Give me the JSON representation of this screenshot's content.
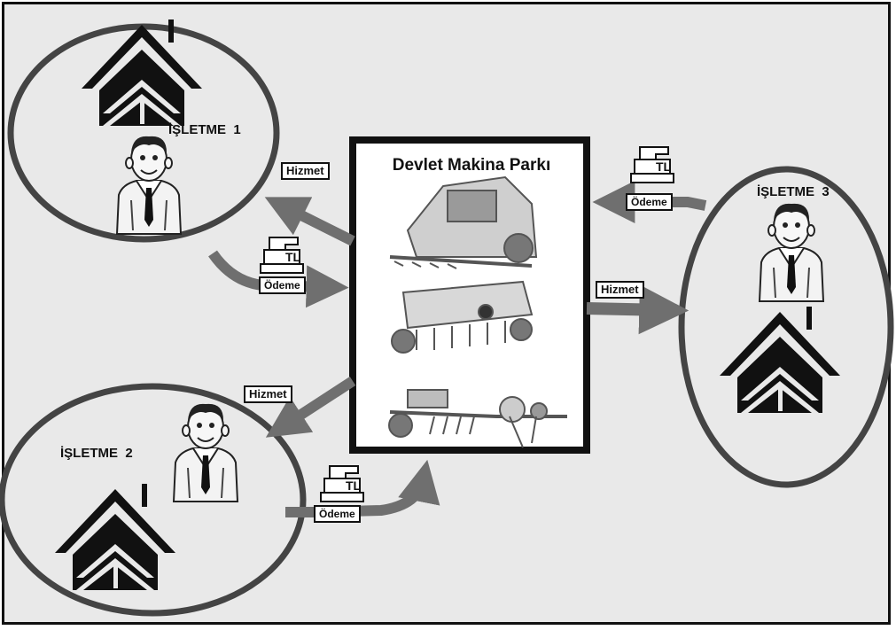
{
  "center": {
    "title": "Devlet Makina Parkı"
  },
  "farms": [
    {
      "name": "İŞLETME  1"
    },
    {
      "name": "İŞLETME  2"
    },
    {
      "name": "İŞLETME  3"
    }
  ],
  "flows": {
    "service_label": "Hizmet",
    "payment_label": "Ödeme",
    "currency_label": "TL"
  },
  "colors": {
    "arrow": "#6f6f6f",
    "ink": "#111111",
    "background": "#e9e9e9"
  }
}
